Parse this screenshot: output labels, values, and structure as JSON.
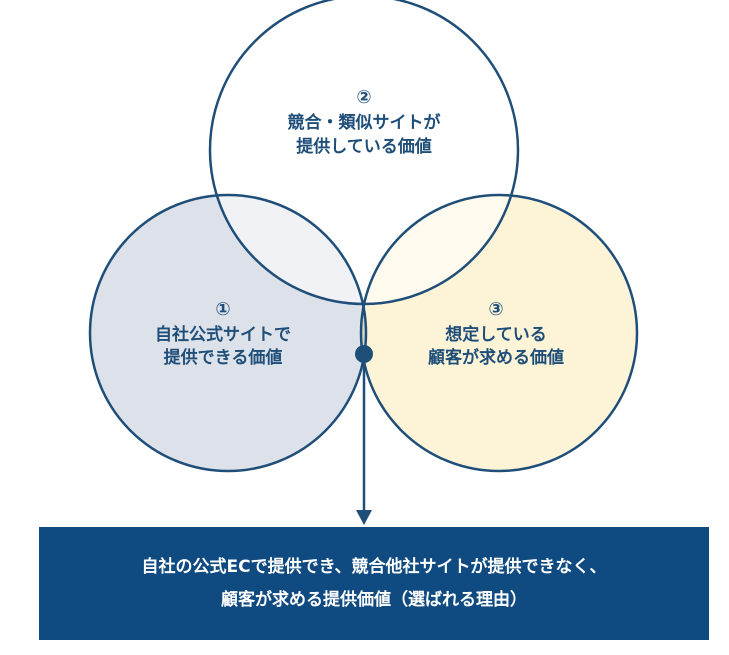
{
  "circles": {
    "own_site": {
      "number": "①",
      "lines": [
        "自社公式サイトで",
        "提供できる価値"
      ],
      "fill": "#dde2ea",
      "stroke": "#1f4e79"
    },
    "competitor": {
      "number": "②",
      "lines": [
        "競合・類似サイトが",
        "提供している価値"
      ],
      "fill": "#ffffff",
      "stroke": "#1f4e79"
    },
    "customer": {
      "number": "③",
      "lines": [
        "想定している",
        "顧客が求める価値"
      ],
      "fill": "#fdf4d8",
      "stroke": "#1f4e79"
    }
  },
  "result": {
    "lines": [
      "自社の公式ECで提供でき、競合他社サイトが提供できなく、",
      "顧客が求める提供価値（選ばれる理由）"
    ],
    "background": "#0f4a80",
    "text_color": "#ffffff"
  },
  "colors": {
    "accent": "#1f4e79",
    "intersection_fill": "#dbd7c2"
  }
}
